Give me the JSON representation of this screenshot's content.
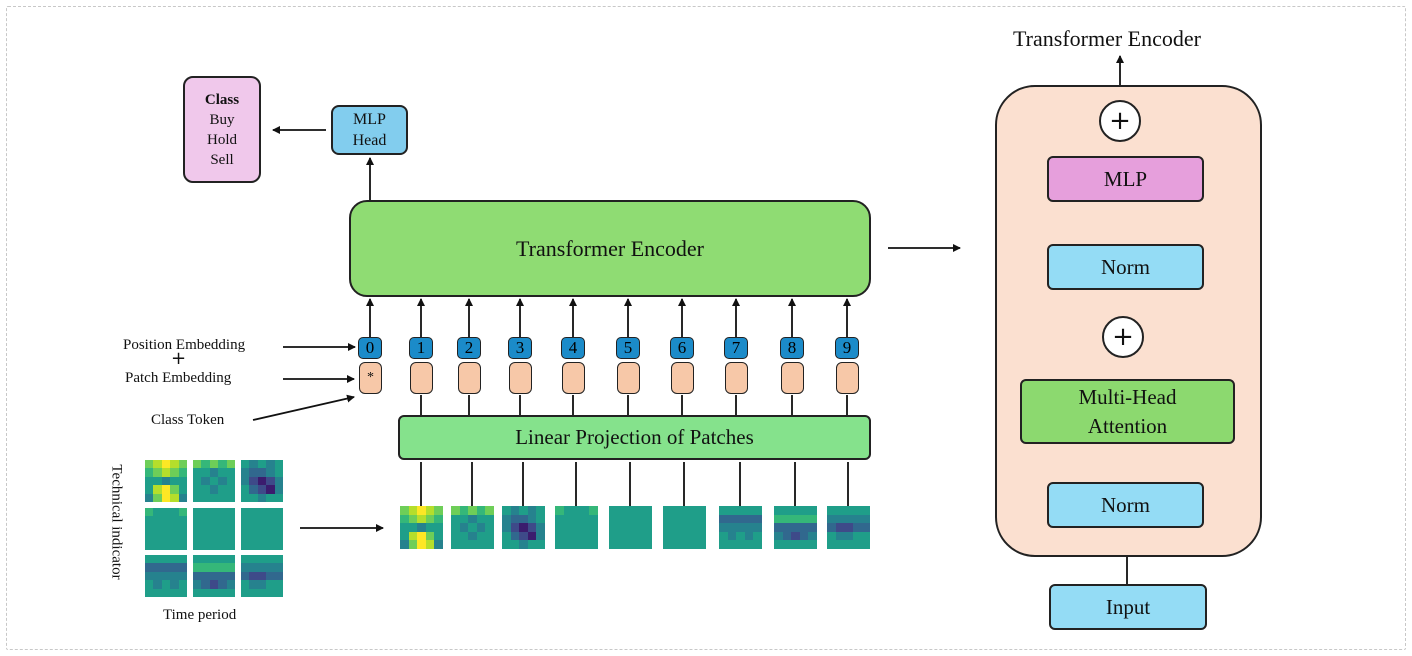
{
  "class_box": {
    "title": "Class",
    "lines": [
      "Buy",
      "Hold",
      "Sell"
    ]
  },
  "mlp_head": {
    "line1": "MLP",
    "line2": "Head"
  },
  "main_encoder": "Transformer Encoder",
  "linear_projection": "Linear Projection of Patches",
  "position_embedding": "Position Embedding",
  "plus_sign": "+",
  "patch_embedding": "Patch Embedding",
  "class_token": "Class Token",
  "class_token_symbol": "*",
  "position_indices": [
    "0",
    "1",
    "2",
    "3",
    "4",
    "5",
    "6",
    "7",
    "8",
    "9"
  ],
  "technical_indicator": "Technical indicator",
  "time_period": "Time period",
  "encoder_detail": {
    "title": "Transformer Encoder",
    "mlp": "MLP",
    "norm_top": "Norm",
    "mha_line1": "Multi-Head",
    "mha_line2": "Attention",
    "norm_bottom": "Norm",
    "input": "Input",
    "add_symbol": "+"
  },
  "colors": {
    "class_box": "#f0c8eb",
    "mlp_head": "#82cdee",
    "encoder": "#8fdc73",
    "linear_projection": "#85e28c",
    "position_tag": "#1b8bc9",
    "patch_token": "#f7c8a8",
    "encoder_panel": "#fbe0d0",
    "mlp_block": "#e69fdc",
    "norm_block": "#94dcf5"
  },
  "heatmaps": {
    "palette": [
      "#3b1c6e",
      "#3e4a89",
      "#31688e",
      "#26828e",
      "#1f9e89",
      "#35b779",
      "#6ece58",
      "#b5de2b",
      "#fde725"
    ],
    "patches": [
      [
        [
          6,
          7,
          8,
          7,
          6
        ],
        [
          5,
          6,
          7,
          6,
          5
        ],
        [
          4,
          4,
          3,
          4,
          4
        ],
        [
          4,
          7,
          8,
          6,
          4
        ],
        [
          3,
          6,
          8,
          7,
          3
        ]
      ],
      [
        [
          6,
          5,
          6,
          5,
          6
        ],
        [
          4,
          4,
          3,
          4,
          4
        ],
        [
          4,
          3,
          4,
          3,
          4
        ],
        [
          4,
          4,
          3,
          4,
          4
        ],
        [
          4,
          4,
          4,
          4,
          4
        ]
      ],
      [
        [
          4,
          3,
          4,
          3,
          4
        ],
        [
          3,
          2,
          2,
          3,
          4
        ],
        [
          3,
          1,
          0,
          1,
          3
        ],
        [
          4,
          2,
          1,
          0,
          3
        ],
        [
          4,
          4,
          3,
          4,
          4
        ]
      ],
      [
        [
          5,
          4,
          4,
          4,
          5
        ],
        [
          4,
          4,
          4,
          4,
          4
        ],
        [
          4,
          4,
          4,
          4,
          4
        ],
        [
          4,
          4,
          4,
          4,
          4
        ],
        [
          4,
          4,
          4,
          4,
          4
        ]
      ],
      [
        [
          4,
          4,
          4,
          4,
          4
        ],
        [
          4,
          4,
          4,
          4,
          4
        ],
        [
          4,
          4,
          4,
          4,
          4
        ],
        [
          4,
          4,
          4,
          4,
          4
        ],
        [
          4,
          4,
          4,
          4,
          4
        ]
      ],
      [
        [
          4,
          4,
          4,
          4,
          4
        ],
        [
          4,
          4,
          4,
          4,
          4
        ],
        [
          4,
          4,
          4,
          4,
          4
        ],
        [
          4,
          4,
          4,
          4,
          4
        ],
        [
          4,
          4,
          4,
          4,
          4
        ]
      ],
      [
        [
          4,
          4,
          4,
          4,
          4
        ],
        [
          2,
          2,
          2,
          2,
          2
        ],
        [
          3,
          3,
          3,
          3,
          3
        ],
        [
          4,
          3,
          4,
          3,
          4
        ],
        [
          4,
          4,
          4,
          4,
          4
        ]
      ],
      [
        [
          4,
          4,
          4,
          4,
          4
        ],
        [
          5,
          5,
          5,
          5,
          5
        ],
        [
          2,
          2,
          2,
          2,
          2
        ],
        [
          3,
          2,
          1,
          2,
          3
        ],
        [
          4,
          4,
          4,
          4,
          4
        ]
      ],
      [
        [
          4,
          4,
          4,
          4,
          4
        ],
        [
          3,
          3,
          3,
          3,
          3
        ],
        [
          2,
          1,
          1,
          2,
          2
        ],
        [
          4,
          3,
          3,
          4,
          4
        ],
        [
          4,
          4,
          4,
          4,
          4
        ]
      ]
    ]
  }
}
